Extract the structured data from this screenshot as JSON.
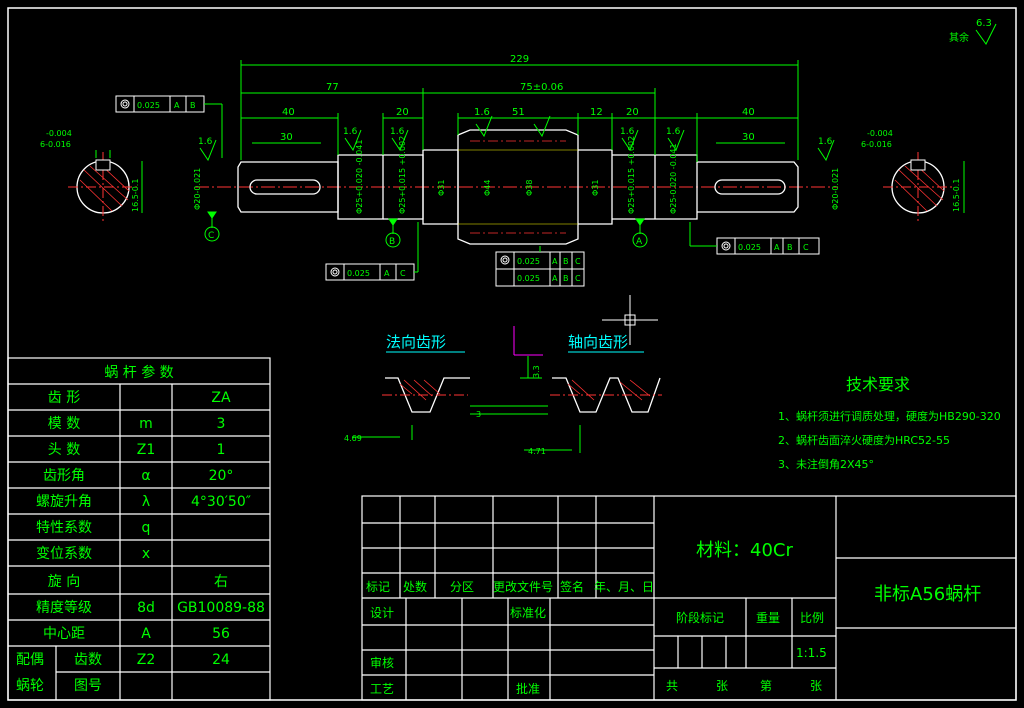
{
  "colors": {
    "frame": "#ffffff",
    "part": "#ffffff",
    "dim": "#00ff00",
    "text": "#00ff00",
    "hatch": "#ff3333",
    "center": "#ff3333",
    "cyan": "#00ffff",
    "yellow": "#ffff00",
    "magenta": "#ff00ff"
  },
  "roughness": {
    "value": "6.3",
    "other": "其余"
  },
  "dims": {
    "overall": "229",
    "left77": "77",
    "mid75": "75±0.06",
    "d40a": "40",
    "d30a": "30",
    "d20a": "20",
    "d16a": "1.6",
    "d51": "51",
    "d12": "12",
    "d20b": "20",
    "d40b": "40",
    "d30b": "30",
    "key_tol_top": "-0.004",
    "key_tol_bot": "6-0.016",
    "key_tol_top_r": "-0.004",
    "key_tol_bot_r": "6-0.016",
    "d20_021": "Φ20-0.021",
    "d25_020": "Φ25+0.020 -0.041",
    "d25_015": "Φ25+0.015 +0.002",
    "d31": "Φ31",
    "d44": "Φ44",
    "d38": "Φ38",
    "d31b": "Φ31",
    "d25_015b": "Φ25+0.015 +0.002",
    "d25_020b": "Φ25-0.020 -0.041",
    "d20_021b": "Φ20-0.021",
    "key_depth": "16.5-0.1",
    "key_depth_r": "16.5-0.1",
    "r1_6": "1.6"
  },
  "tolerance_frames": [
    {
      "value": "0.025",
      "datum": "A",
      "datum2": "B"
    },
    {
      "value": "0.025",
      "datum": "A",
      "datum2": "C"
    },
    {
      "value": "0.025",
      "datum": "A",
      "datum2": "B",
      "datum3": "C"
    },
    {
      "value": "0.025",
      "datum": "A",
      "datum2": "B",
      "datum3": "C"
    },
    {
      "value": "0.025",
      "datum": "A",
      "datum2": "B",
      "datum3": "C"
    }
  ],
  "datum_labels": [
    "C",
    "B",
    "A"
  ],
  "profile": {
    "normal": "法向齿形",
    "axial": "轴向齿形",
    "d3": "3",
    "d3_3": "3.3",
    "t1": "4.69",
    "t2": "4.71"
  },
  "tech": {
    "title": "技术要求",
    "items": [
      "1、蜗杆须进行调质处理，硬度为HB290-320",
      "2、蜗杆齿面淬火硬度为HRC52-55",
      "3、未注倒角2X45°"
    ]
  },
  "param_table": {
    "title": "蜗    杆    参    数",
    "rows": [
      [
        "齿    形",
        "",
        "ZA"
      ],
      [
        "模    数",
        "m",
        "3"
      ],
      [
        "头    数",
        "Z1",
        "1"
      ],
      [
        "齿形角",
        "α",
        "20°"
      ],
      [
        "螺旋升角",
        "λ",
        "4°30′50″"
      ],
      [
        "特性系数",
        "q",
        ""
      ],
      [
        "变位系数",
        "x",
        ""
      ],
      [
        "旋    向",
        "",
        "右"
      ],
      [
        "精度等级",
        "8d",
        "GB10089-88"
      ],
      [
        "中心距",
        "A",
        "56"
      ]
    ],
    "mate_label_a": "配偶",
    "mate_label_b": "蜗轮",
    "mate_rows": [
      [
        "齿数",
        "Z2",
        "24"
      ],
      [
        "图号",
        "",
        ""
      ]
    ]
  },
  "title_block": {
    "material": "材料：40Cr",
    "name": "非标A56蜗杆",
    "hdr": [
      "标记",
      "处数",
      "分区",
      "更改文件号",
      "签名",
      "年、月、日"
    ],
    "design": "设计",
    "standard": "标准化",
    "stage": "阶段标记",
    "weight": "重量",
    "scale_lbl": "比例",
    "scale": "1:1.5",
    "review": "审核",
    "process": "工艺",
    "approve": "批准",
    "sheets": [
      "共",
      "张",
      "第",
      "张"
    ]
  }
}
